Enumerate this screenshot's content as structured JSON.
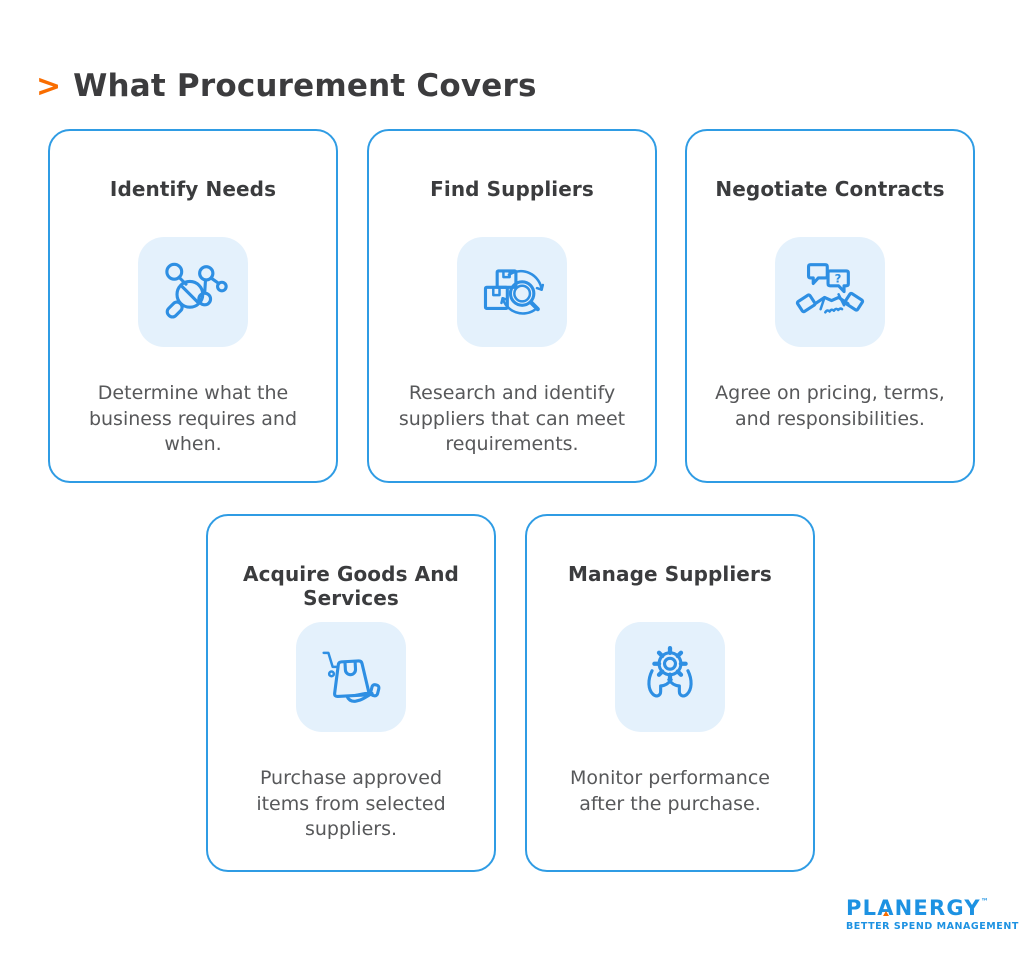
{
  "header": {
    "marker": ">",
    "title": "What Procurement Covers"
  },
  "cards": [
    {
      "title": "Identify Needs",
      "icon": "magnifier-network-icon",
      "description": "Determine what the business requires and when."
    },
    {
      "title": "Find Suppliers",
      "icon": "boxes-magnifier-icon",
      "description": "Research and identify suppliers that can meet requirements."
    },
    {
      "title": "Negotiate Contracts",
      "icon": "handshake-chat-icon",
      "question_mark": "?",
      "description": "Agree on pricing, terms, and responsibilities."
    },
    {
      "title": "Acquire Goods And Services",
      "icon": "shopping-bag-hand-icon",
      "description": "Purchase approved items from selected suppliers."
    },
    {
      "title": "Manage Suppliers",
      "icon": "hands-gear-icon",
      "description": "Monitor performance after the purchase."
    }
  ],
  "footer": {
    "brand": "PLANERGY",
    "trademark": "™",
    "tagline": "BETTER SPEND MANAGEMENT"
  },
  "colors": {
    "accent_orange": "#F96D00",
    "card_border_blue": "#2F9CE4",
    "icon_stroke_blue": "#2E8FE3",
    "icon_tile_background": "#E4F1FC",
    "heading_text": "#3B3C3E",
    "body_text": "#57585A",
    "logo_blue": "#1D92E2"
  }
}
